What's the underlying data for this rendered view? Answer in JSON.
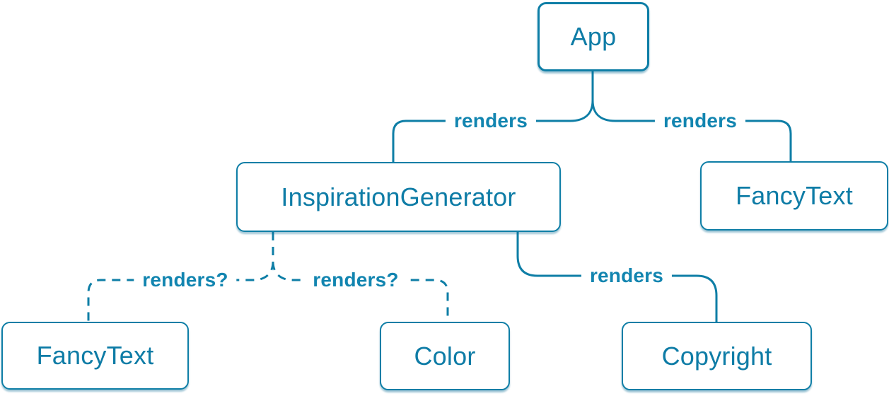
{
  "diagram": {
    "title": "React render tree diagram",
    "colors": {
      "background": "#ffffff",
      "node_fill": "#ffffff",
      "node_border": "#0e7ea6",
      "node_text": "#0e7ca6",
      "edge_stroke": "#0e7ea6",
      "edge_label_text": "#1285b0"
    },
    "nodes": [
      {
        "id": "app",
        "label": "App"
      },
      {
        "id": "inspiration-generator",
        "label": "InspirationGenerator"
      },
      {
        "id": "fancytext-top",
        "label": "FancyText"
      },
      {
        "id": "fancytext-bottom",
        "label": "FancyText"
      },
      {
        "id": "color",
        "label": "Color"
      },
      {
        "id": "copyright",
        "label": "Copyright"
      }
    ],
    "edges": [
      {
        "from": "App",
        "to": "InspirationGenerator",
        "label": "renders",
        "style": "solid"
      },
      {
        "from": "App",
        "to": "FancyText",
        "label": "renders",
        "style": "solid"
      },
      {
        "from": "InspirationGenerator",
        "to": "FancyText",
        "label": "renders?",
        "style": "dashed"
      },
      {
        "from": "InspirationGenerator",
        "to": "Color",
        "label": "renders?",
        "style": "dashed"
      },
      {
        "from": "InspirationGenerator",
        "to": "Copyright",
        "label": "renders",
        "style": "solid"
      }
    ]
  }
}
